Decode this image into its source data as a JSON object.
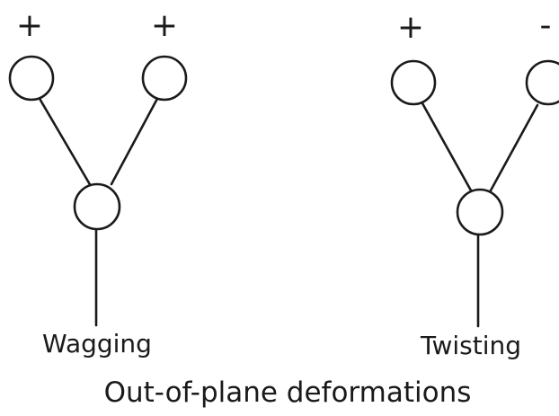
{
  "caption": "Out-of-plane deformations",
  "wagging": {
    "label": "Wagging",
    "left_sign": "+",
    "right_sign": "+"
  },
  "twisting": {
    "label": "Twisting",
    "left_sign": "+",
    "right_sign": "-"
  }
}
